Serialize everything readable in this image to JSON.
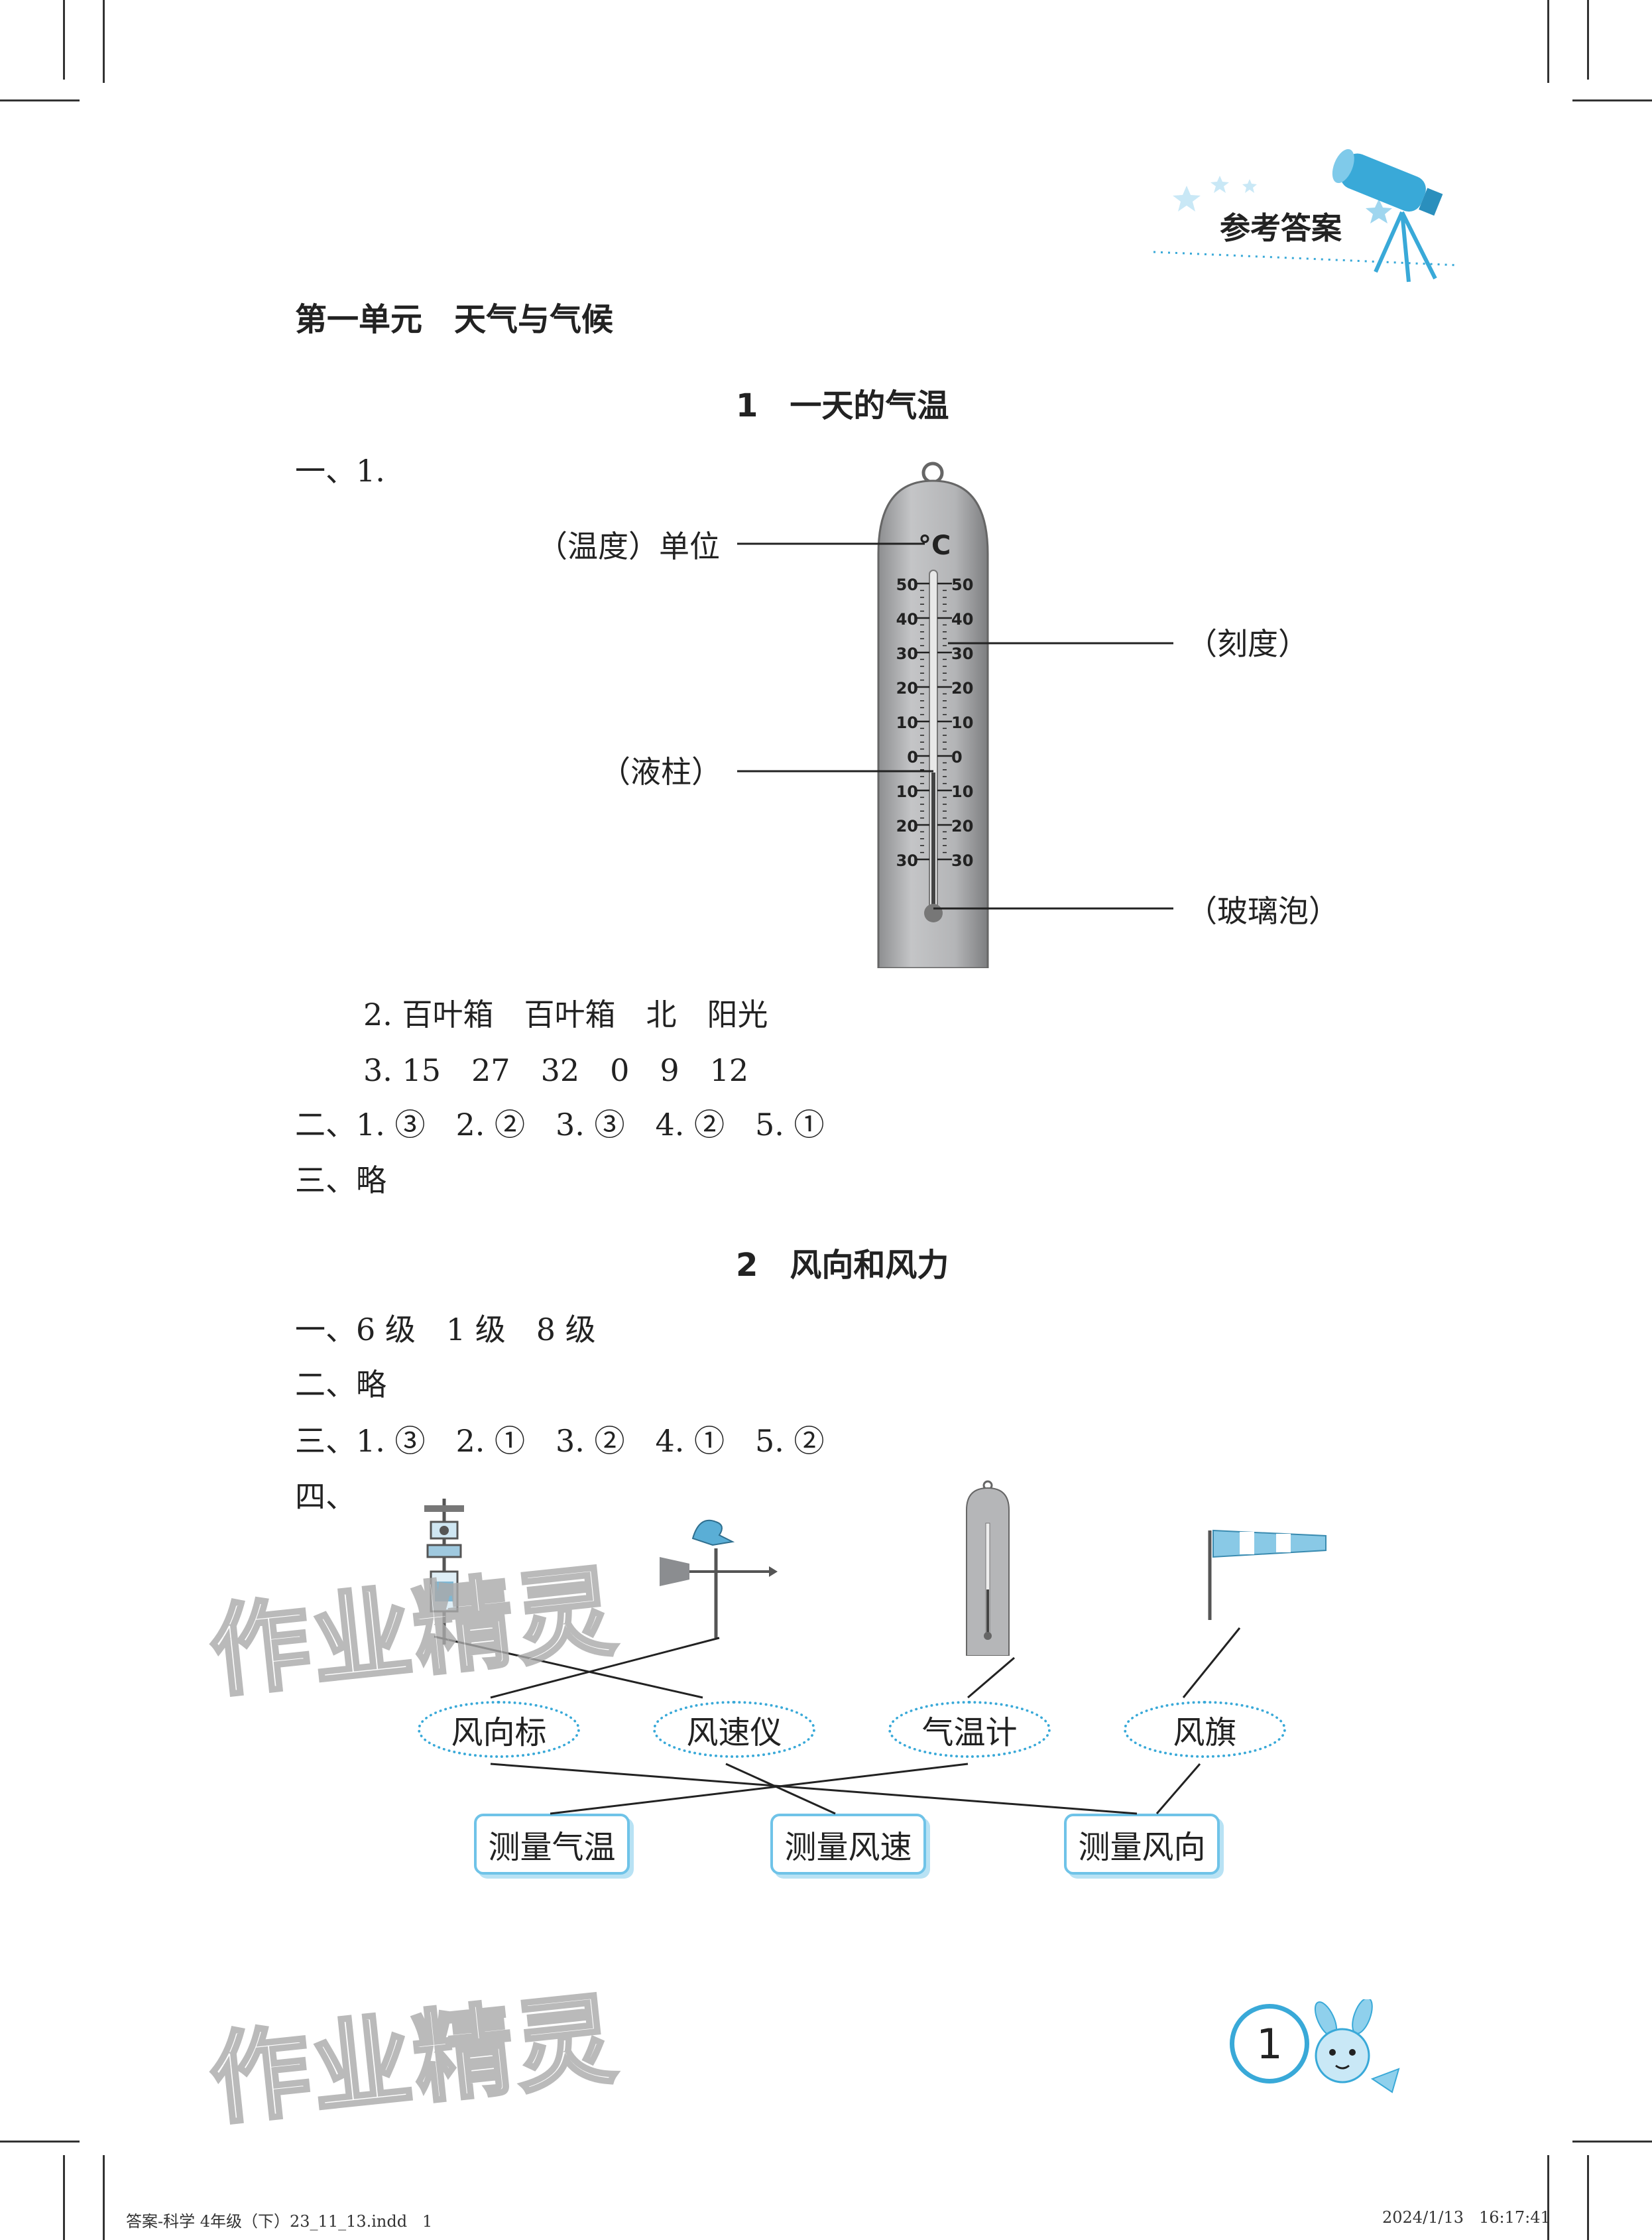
{
  "header": {
    "answer_key_title": "参考答案"
  },
  "unit_title": "第一单元　天气与气候",
  "lesson1": {
    "title": "1　一天的气温",
    "q1_label": "一、1.",
    "thermometer": {
      "unit_symbol": "°C",
      "scale_left": [
        "50",
        "40",
        "30",
        "20",
        "10",
        "0",
        "10",
        "20",
        "30"
      ],
      "scale_right": [
        "50",
        "40",
        "30",
        "20",
        "10",
        "0",
        "10",
        "20",
        "30"
      ],
      "labels": {
        "unit": "（温度）单位",
        "scale": "（刻度）",
        "column": "（液柱）",
        "bulb": "（玻璃泡）"
      }
    },
    "q1_2": "2. 百叶箱　百叶箱　北　阳光",
    "q1_3": "3. 15　27　32　0　9　12",
    "q2": "二、1. ③　2. ②　3. ③　4. ②　5. ①",
    "q3": "三、略"
  },
  "lesson2": {
    "title": "2　风向和风力",
    "q1": "一、6 级　1 级　8 级",
    "q2": "二、略",
    "q3": "三、1. ③　2. ①　3. ②　4. ①　5. ②",
    "q4_label": "四、",
    "instruments": [
      "风向标",
      "风速仪",
      "气温计",
      "风旗"
    ],
    "purposes": [
      "测量气温",
      "测量风速",
      "测量风向"
    ]
  },
  "watermark_text": "作业精灵",
  "page_number": "1",
  "footer": {
    "file": "答案-科学 4年级（下）23_11_13.indd   1",
    "datetime": "2024/1/13   16:17:41"
  },
  "colors": {
    "accent": "#39a9d8",
    "accent_light": "#b8e2f4",
    "thermometer_body": "#a9aaab"
  }
}
